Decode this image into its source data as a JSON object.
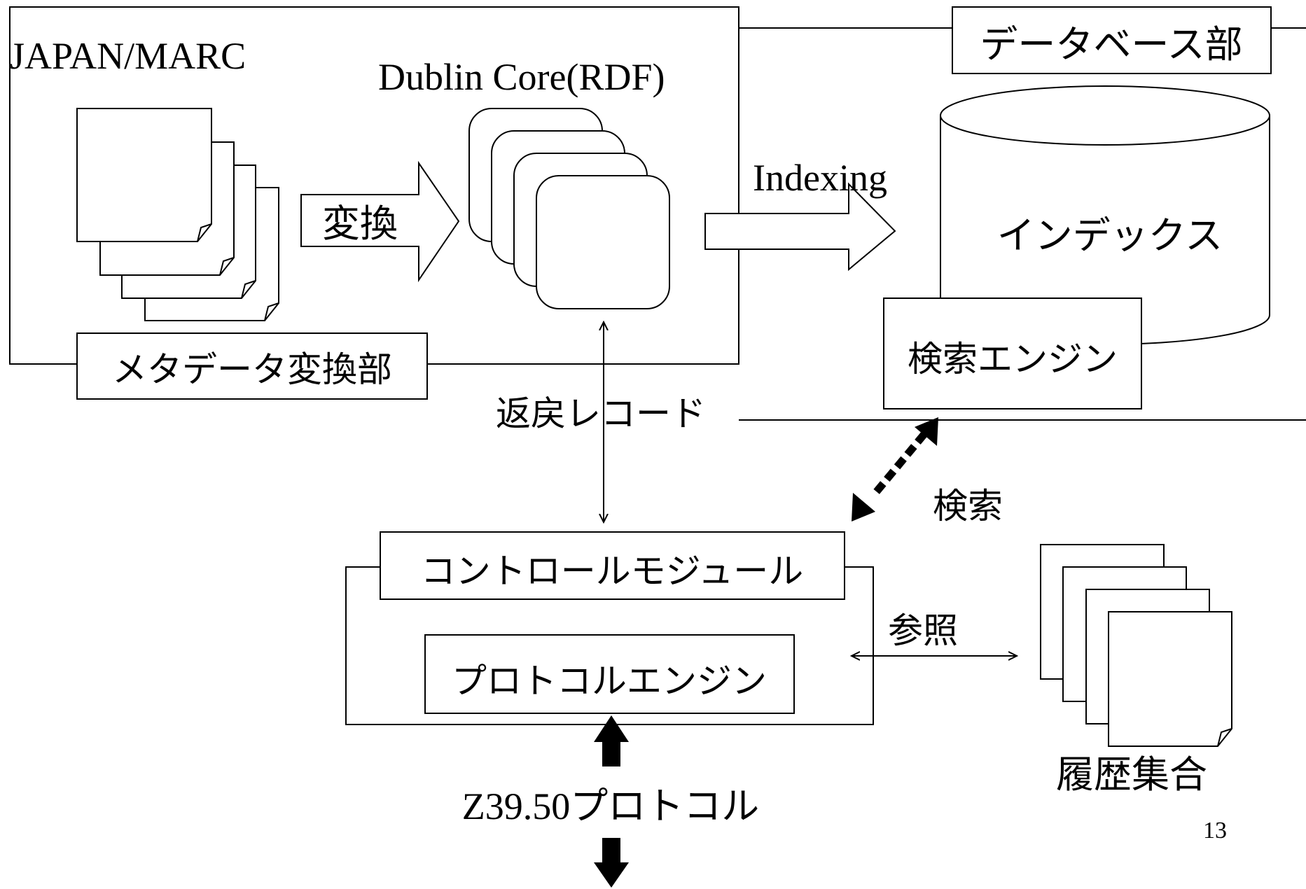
{
  "meta_conversion": {
    "source_label": "JAPAN/MARC",
    "target_label": "Dublin Core(RDF)",
    "arrow_label": "変換",
    "section_label": "メタデータ変換部"
  },
  "database": {
    "section_label": "データベース部",
    "indexing_label": "Indexing",
    "index_label": "インデックス",
    "search_engine_label": "検索エンジン"
  },
  "flows": {
    "return_record_label": "返戻レコード",
    "search_label": "検索",
    "reference_label": "参照",
    "protocol_label": "Z39.50プロトコル"
  },
  "control": {
    "module_label": "コントロールモジュール",
    "protocol_engine_label": "プロトコルエンジン"
  },
  "history": {
    "label": "履歴集合"
  },
  "page_number": "13"
}
